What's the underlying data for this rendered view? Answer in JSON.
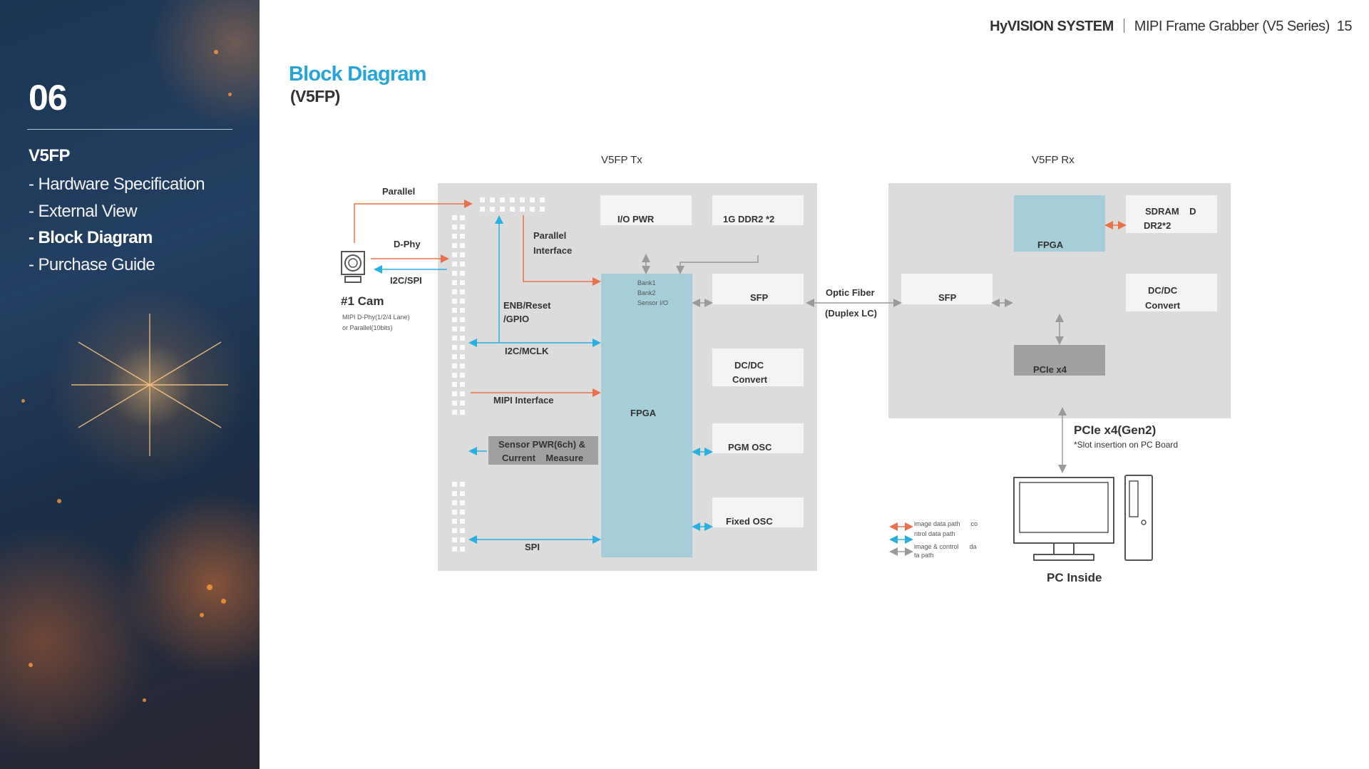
{
  "sidebar": {
    "section_number": "06",
    "section_title": "V5FP",
    "menu": [
      {
        "label": "- Hardware Specification",
        "active": false
      },
      {
        "label": "- External View",
        "active": false
      },
      {
        "label": "- Block Diagram",
        "active": true
      },
      {
        "label": "- Purchase Guide",
        "active": false
      }
    ]
  },
  "header": {
    "brand": "HyVISION SYSTEM",
    "doc_title": "MIPI Frame Grabber (V5 Series)",
    "page_number": "15"
  },
  "title": "Block Diagram",
  "subtitle": "(V5FP)",
  "diagram": {
    "tx_title": "V5FP Tx",
    "rx_title": "V5FP Rx",
    "cam": {
      "name": "#1 Cam",
      "desc1": "MIPI D-Phy(1/2/4 Lane)",
      "desc2": "or Parallel(10bits)",
      "parallel": "Parallel",
      "dphy": "D-Phy",
      "i2c_spi": "I2C/SPI"
    },
    "tx": {
      "parallel_interface": [
        "Parallel",
        "Interface"
      ],
      "enb_reset": [
        "ENB/Reset",
        "/GPIO"
      ],
      "i2c_mclk": "I2C/MCLK",
      "mipi_interface": "MIPI Interface",
      "sensor_pwr": [
        "Sensor PWR(6ch) &",
        "Current    Measure"
      ],
      "spi": "SPI",
      "fpga": "FPGA",
      "banks": [
        "Bank1",
        "Bank2",
        "Sensor I/O"
      ],
      "io_pwr": "I/O PWR",
      "ddr": "1G DDR2 *2",
      "sfp": "SFP",
      "dcdc": [
        "DC/DC",
        "Convert"
      ],
      "pgm_osc": "PGM OSC",
      "fixed_osc": "Fixed OSC"
    },
    "link": {
      "optic": "Optic Fiber",
      "duplex": "(Duplex LC)"
    },
    "rx": {
      "sfp": "SFP",
      "fpga": "FPGA",
      "sdram": [
        "SDRAM    D",
        "DR2*2"
      ],
      "dcdc": [
        "DC/DC",
        "Convert"
      ],
      "pcie": "PCIe x4"
    },
    "pc": {
      "bus": "PCIe x4(Gen2)",
      "note": "*Slot insertion on PC Board",
      "label": "PC Inside"
    },
    "legend": [
      {
        "text": [
          "image data path      co",
          "ntrol data path"
        ],
        "color": "#e8704a"
      },
      {
        "text": [],
        "color": "#2ab0e0"
      },
      {
        "text": [
          "image & control      da",
          "ta path"
        ],
        "color": "#9a9a9a"
      }
    ]
  },
  "colors": {
    "accent": "#27a5d8",
    "image_path": "#e8704a",
    "control_path": "#2ab0e0",
    "both_path": "#9a9a9a"
  }
}
